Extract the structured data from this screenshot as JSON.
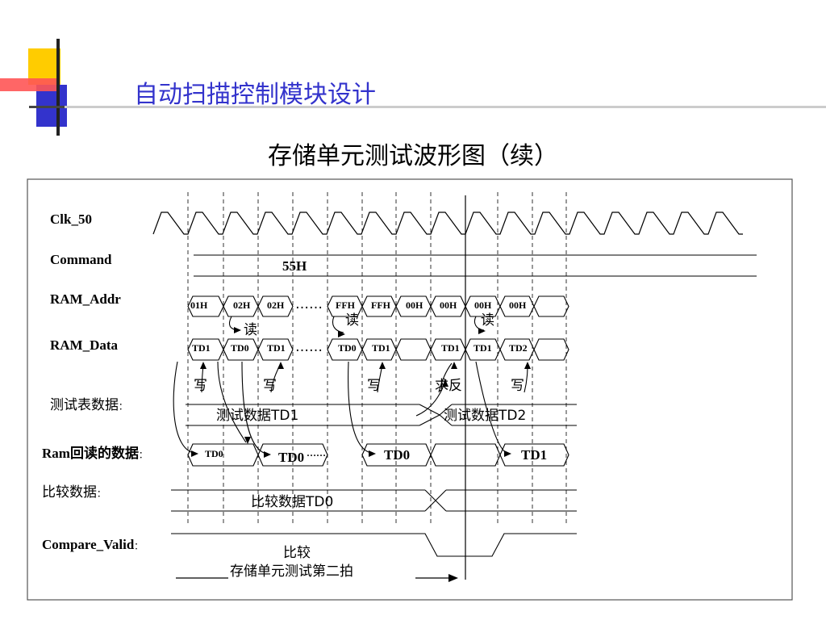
{
  "slide": {
    "title": "自动扫描控制模块设计",
    "subtitle": "存储单元测试波形图（续）"
  },
  "signals": {
    "clk": "Clk_50",
    "command": "Command",
    "ram_addr": "RAM_Addr",
    "ram_data": "RAM_Data",
    "test_table": "测试表数据",
    "ram_readback": "Ram回读的数据",
    "compare_data": "比较数据",
    "compare_valid": "Compare_Valid"
  },
  "label_suffix": "：",
  "command_value": "55H",
  "addr_values": [
    "01H",
    "02H",
    "02H",
    "……",
    "FFH",
    "FFH",
    "00H",
    "00H",
    "00H",
    "00H"
  ],
  "data_values": [
    "TD1",
    "TD0",
    "TD1",
    "……",
    "TD0",
    "TD1",
    "TD1",
    "TD1",
    "TD2"
  ],
  "annotations": {
    "read": "读",
    "write": "写",
    "inverse": "求反",
    "small_read": "读"
  },
  "test_table_values": [
    "测试数据TD1",
    "测试数据TD2"
  ],
  "readback_values": [
    "TD0",
    "TD0",
    "……",
    "TD0",
    "TD1"
  ],
  "compare_data_value": "比较数据TD0",
  "compare_label": "比较",
  "stage_label": "存储单元测试第二拍",
  "colors": {
    "title": "#3333cc",
    "logo_yellow": "#ffcc00",
    "logo_red": "#ff3333",
    "logo_blue": "#3333cc"
  }
}
